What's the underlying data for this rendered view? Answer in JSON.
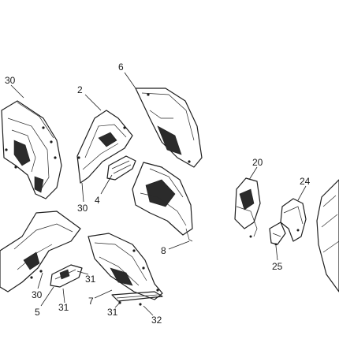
{
  "callouts": {
    "c30a": "30",
    "c2": "2",
    "c6": "6",
    "c20": "20",
    "c24": "24",
    "c4": "4",
    "c30b": "30",
    "c8": "8",
    "c25": "25",
    "c30c": "30",
    "c31a": "31",
    "c5": "5",
    "c31b": "31",
    "c7": "7",
    "c31c": "31",
    "c32": "32"
  }
}
